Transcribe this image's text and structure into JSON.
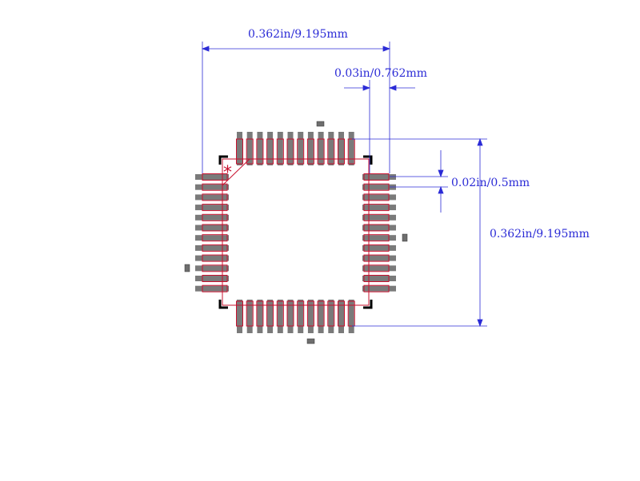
{
  "dimensions": {
    "overall_width": "0.362in/9.195mm",
    "pad_width": "0.03in/0.762mm",
    "pin_pitch": "0.02in/0.5mm",
    "overall_height": "0.362in/9.195mm"
  },
  "package": {
    "pins_per_side": 12,
    "pin1_marker": "*"
  },
  "colors": {
    "dimension_line": "#2b2bd6",
    "pad_fill": "#7a7a7a",
    "pad_outline": "#c8102e",
    "silkscreen": "#000000",
    "courtyard": "#c8102e",
    "fiducial": "#6e6e6e"
  }
}
